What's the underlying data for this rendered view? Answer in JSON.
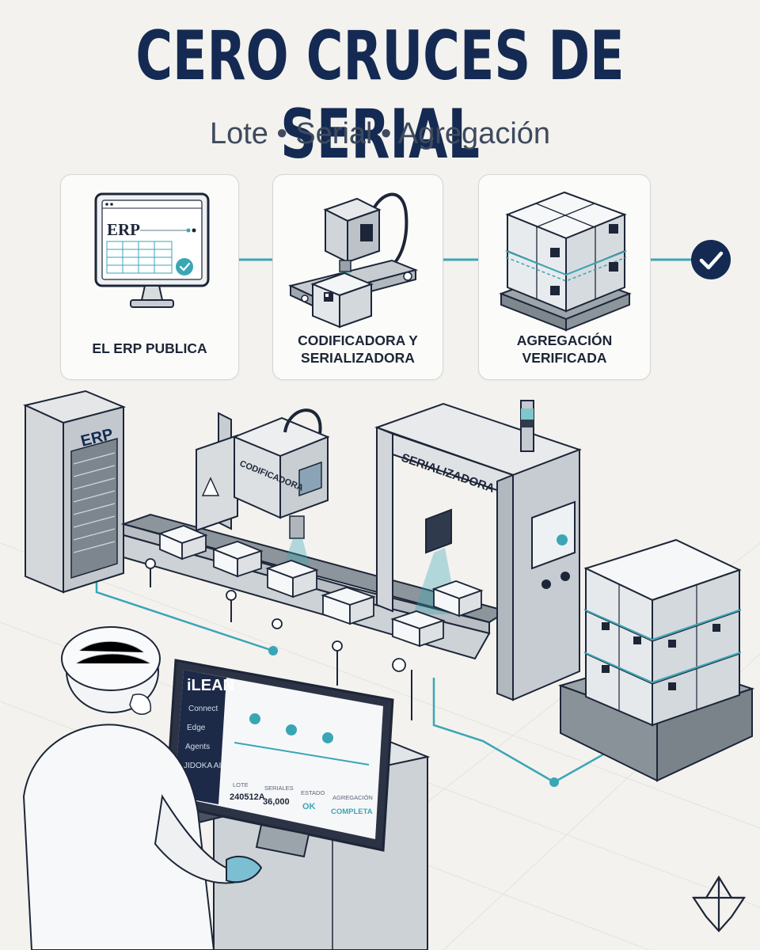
{
  "header": {
    "title": "CERO CRUCES DE SERIAL",
    "subtitle": "Lote • Serial • Agregación"
  },
  "steps": [
    {
      "label_line1": "EL ERP PUBLICA",
      "label_line2": "",
      "screen_text": "ERP"
    },
    {
      "label_line1": "CODIFICADORA Y",
      "label_line2": "SERIALIZADORA"
    },
    {
      "label_line1": "AGREGACIÓN",
      "label_line2": "VERIFICADA"
    }
  ],
  "scene": {
    "server_label": "ERP",
    "coder_label": "CODIFICADORA",
    "serializer_label": "SERIALIZADORA"
  },
  "monitor": {
    "brand": "iLEAN",
    "nav": [
      "Connect",
      "Edge",
      "Agents",
      "JIDOKA AI"
    ],
    "stats": [
      {
        "label": "LOTE",
        "value": "240512A"
      },
      {
        "label": "SERIALES",
        "value": "36,000"
      },
      {
        "label": "ESTADO",
        "value": "OK"
      },
      {
        "label": "AGREGACIÓN",
        "value": "COMPLETA"
      }
    ]
  },
  "colors": {
    "navy": "#142a52",
    "teal": "#3aa6b5",
    "text": "#1d2638",
    "background": "#f3f2ee"
  }
}
